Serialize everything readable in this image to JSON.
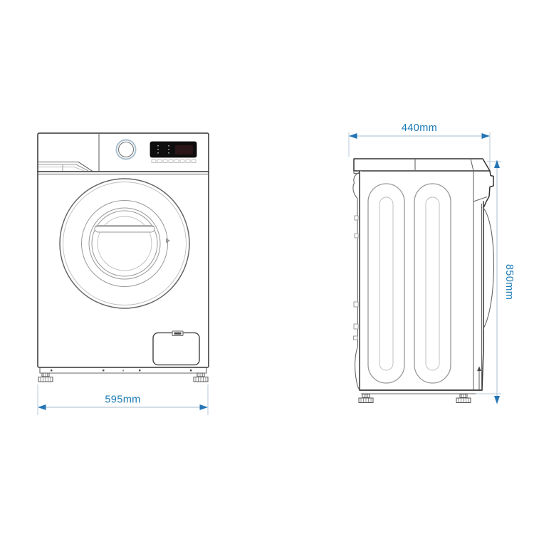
{
  "page": {
    "title": "Washing machine dimension drawing",
    "views": {
      "front": "front-view",
      "side": "side-view"
    }
  },
  "dimensions": {
    "front_width": {
      "label": "595mm"
    },
    "side_depth": {
      "label": "440mm"
    },
    "side_height": {
      "label": "850mm"
    }
  },
  "colors": {
    "dimension_text": "#1878b4",
    "dimension_arrow": "#2475b5",
    "dimension_line": "#b7c9d8",
    "outline_dark": "#333333",
    "outline_medium": "#666666",
    "outline_light": "#999999",
    "panel_black": "#0e0e0e",
    "display_window": "#2a1518",
    "knob_accent": "#a9c0cf",
    "background": "#ffffff"
  }
}
